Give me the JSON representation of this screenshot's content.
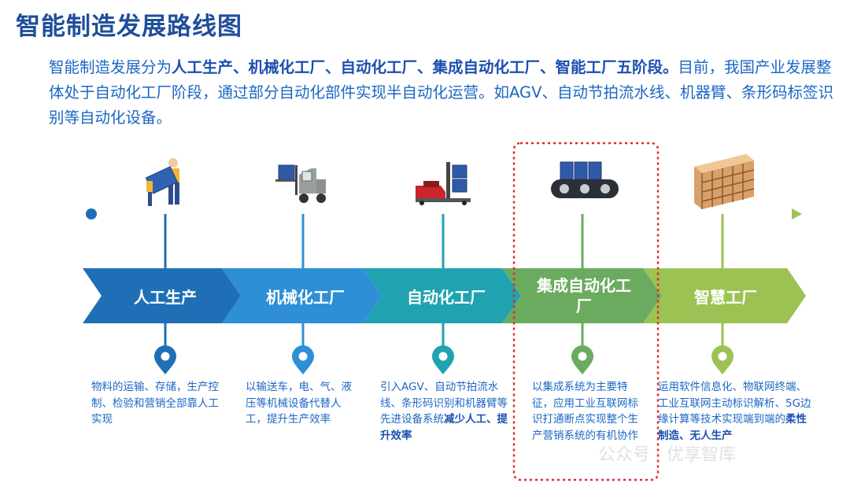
{
  "title": "智能制造发展路线图",
  "intro": {
    "p1": "智能制造发展分为",
    "bold": "人工生产、机械化工厂、自动化工厂、集成自动化工厂、智能工厂五阶段。",
    "p2": "目前，我国产业发展整体处于自动化工厂阶段，通过部分自动化部件实现半自动化运营。如AGV、自动节拍流水线、机器臂、条形码标签识别等自动化设备。"
  },
  "stages": [
    {
      "label": "人工生产",
      "desc": "物料的运输、存储，生产控制、检验和营销全部靠人工实现",
      "desc_bold": "",
      "color": "#1f6fb6",
      "icon": "worker-carrying-box-icon"
    },
    {
      "label": "机械化工厂",
      "desc": "以输送车，电、气、液压等机械设备代替人工，提升生产效率",
      "desc_bold": "",
      "color": "#2e8fd6",
      "icon": "forklift-icon"
    },
    {
      "label": "自动化工厂",
      "desc": "引入AGV、自动节拍流水线、条形码识别和机器臂等先进设备系统",
      "desc_bold": "减少人工、提升效率",
      "color": "#1fa3b0",
      "icon": "agv-cart-icon"
    },
    {
      "label": "集成自动化工厂",
      "desc": "以集成系统为主要特征，应用工业互联网标识打通断点实现整个生产营销系统的有机协作",
      "desc_bold": "",
      "color": "#6aab5f",
      "icon": "conveyor-icon"
    },
    {
      "label": "智慧工厂",
      "desc": "运用软件信息化、物联网终端、工业互联网主动标识解析、5G边缘计算等技术实现端到端的",
      "desc_bold": "柔性制造、无人生产",
      "color": "#9cc254",
      "icon": "warehouse-racks-icon"
    }
  ],
  "watermark": "公众号 · 优享智库",
  "colors": {
    "title": "#1f4e9a",
    "text": "#1b67c4",
    "highlight_border": "#e0282e",
    "line": "#39a8a0"
  }
}
